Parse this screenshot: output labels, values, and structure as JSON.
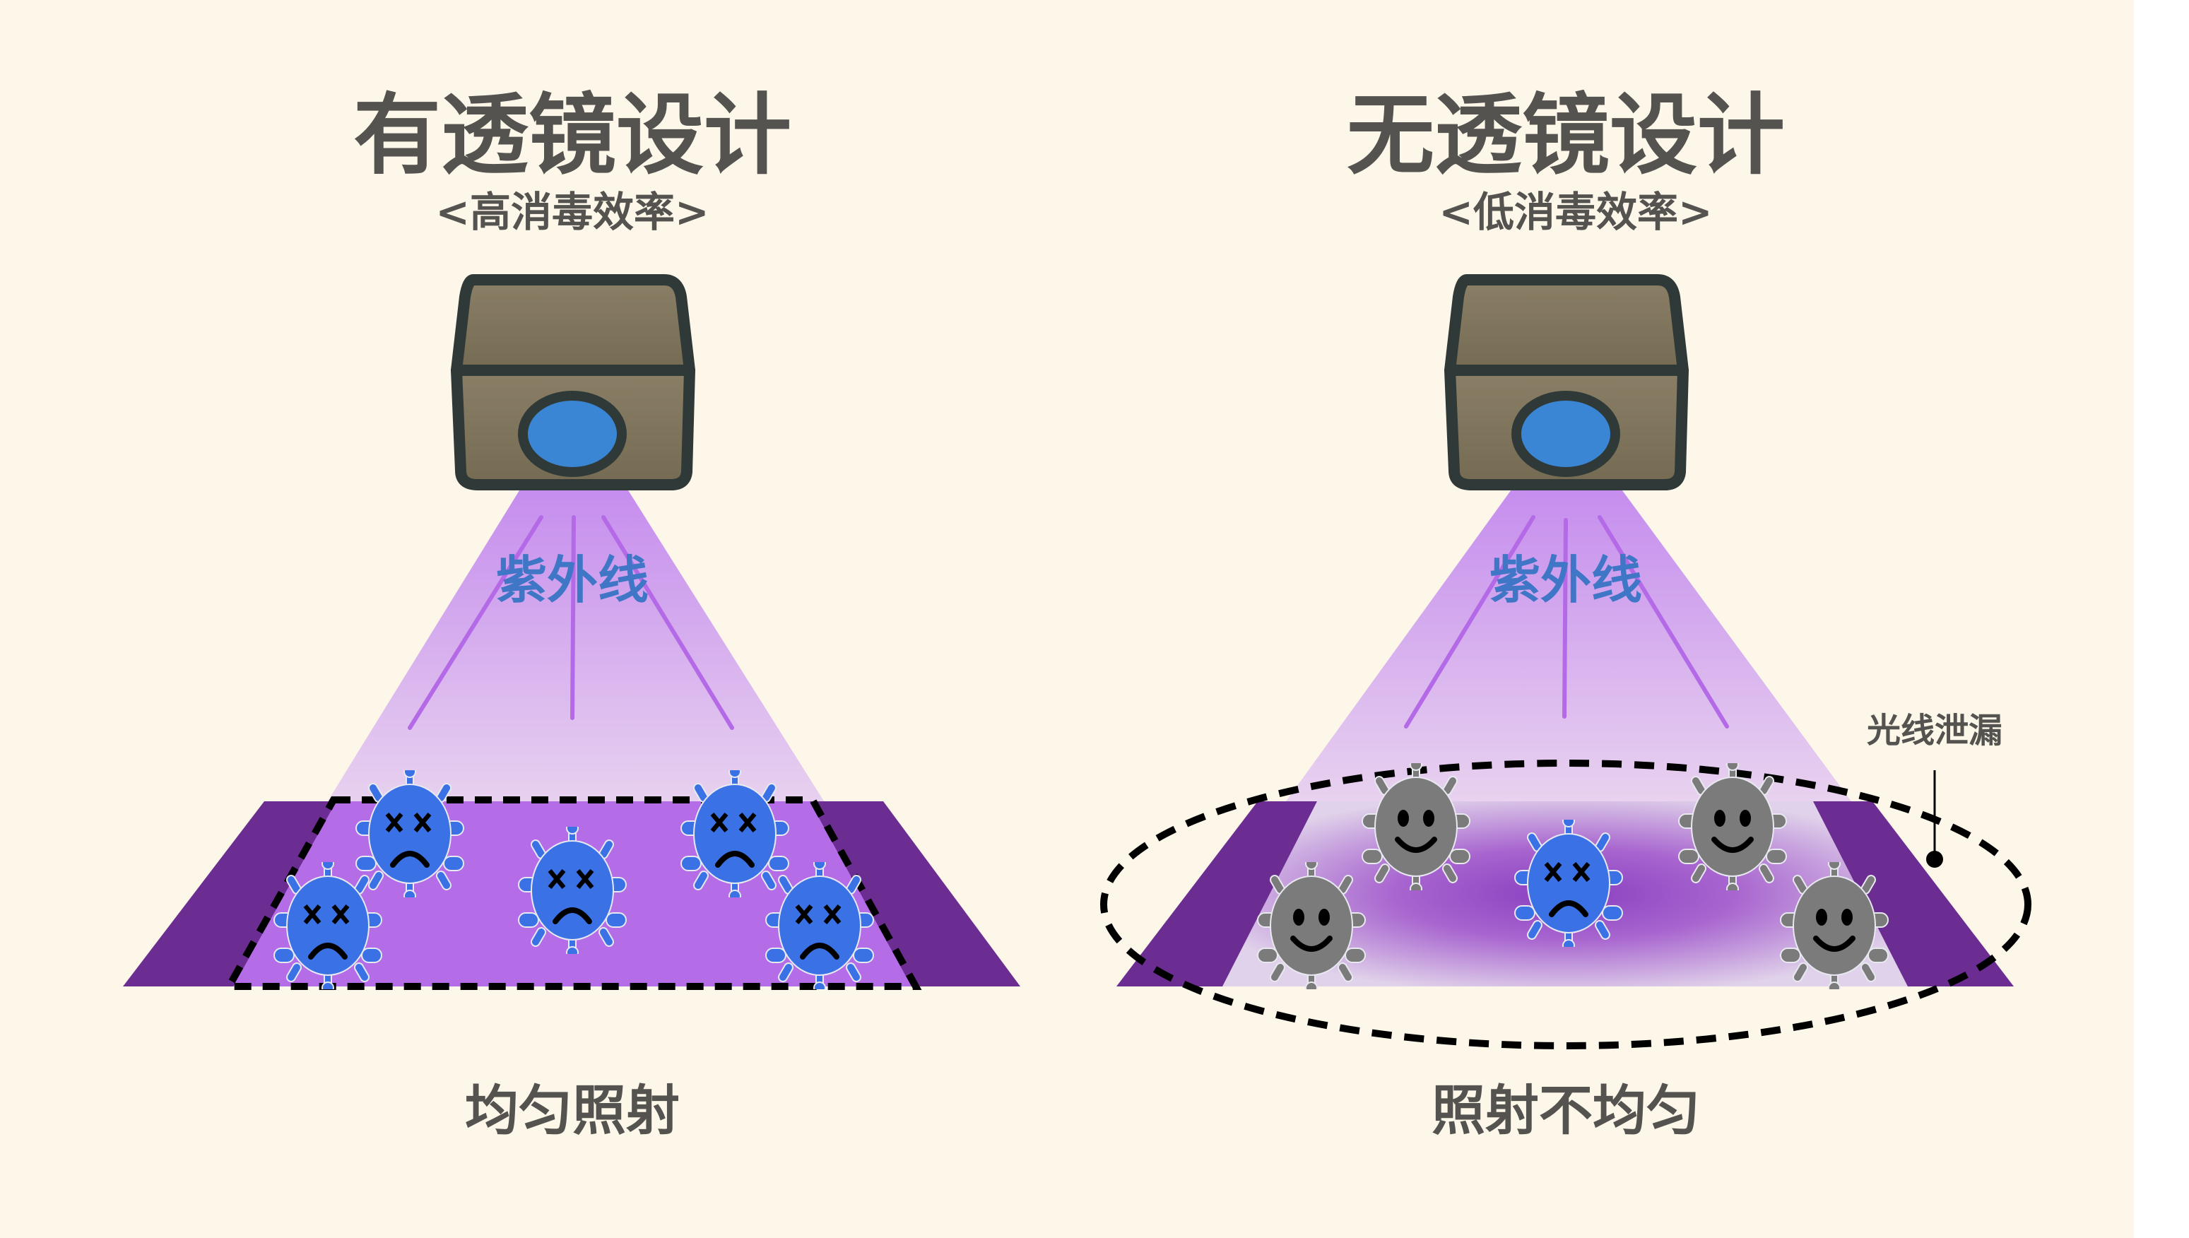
{
  "colors": {
    "background": "#fdf7ea",
    "text": "#555350",
    "uv_label": "#3f76c6",
    "beam": "#c58cee",
    "floor_dark": "#6b2d92",
    "floor_light": "#b46de6",
    "virus_dead": "#3a72e6",
    "virus_alive": "#7b7b7b",
    "lamp_body": "#85795f",
    "lamp_outline": "#2f3a38",
    "lens": "#3a86d4"
  },
  "left_panel": {
    "title": "有透镜设计",
    "subtitle": "<高消毒效率>",
    "uv_label": "紫外线",
    "caption": "均匀照射",
    "viruses": [
      {
        "state": "dead",
        "face": "x-eyes-frown"
      },
      {
        "state": "dead",
        "face": "x-eyes-frown"
      },
      {
        "state": "dead",
        "face": "x-eyes-frown"
      },
      {
        "state": "dead",
        "face": "x-eyes-frown"
      },
      {
        "state": "dead",
        "face": "x-eyes-frown"
      }
    ]
  },
  "right_panel": {
    "title": "无透镜设计",
    "subtitle": "<低消毒效率>",
    "uv_label": "紫外线",
    "caption": "照射不均匀",
    "annotation": "光线泄漏",
    "viruses": [
      {
        "state": "alive",
        "face": "smile"
      },
      {
        "state": "alive",
        "face": "smile"
      },
      {
        "state": "dead",
        "face": "x-eyes-frown"
      },
      {
        "state": "alive",
        "face": "smile"
      },
      {
        "state": "alive",
        "face": "smile"
      }
    ]
  },
  "icons": {
    "lamp": "uv-lamp-icon",
    "virus": "virus-icon"
  }
}
